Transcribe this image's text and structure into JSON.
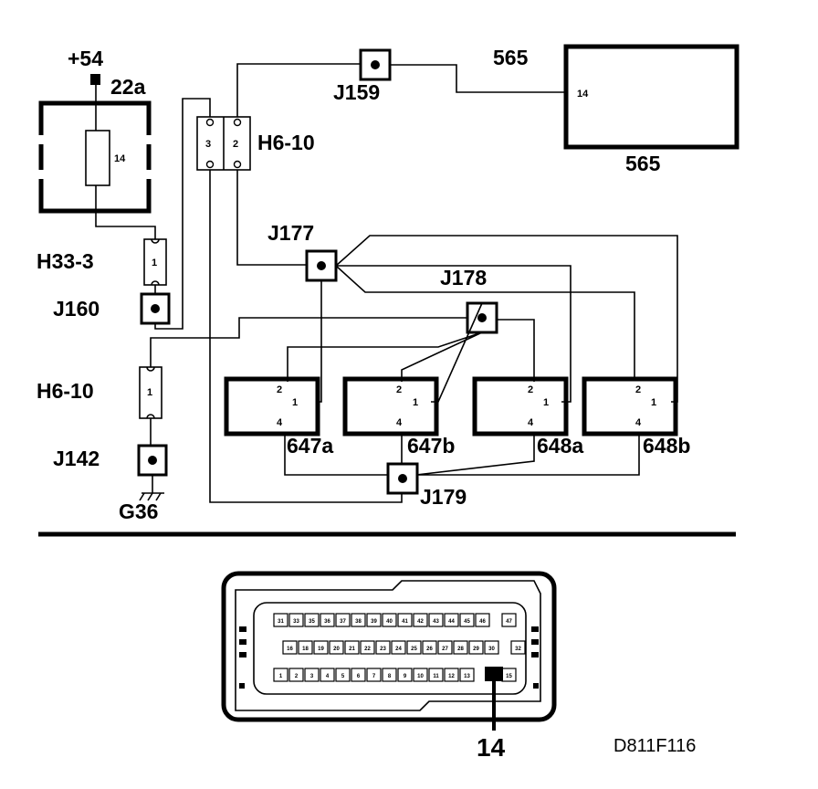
{
  "labels": {
    "supply": "+54",
    "fuse_id": "22a",
    "fuse_pin": "14",
    "h33": "H33-3",
    "h33_pin": "1",
    "j160": "J160",
    "h6_lower": "H6-10",
    "h6_lower_pin": "1",
    "j142": "J142",
    "ground": "G36",
    "h6_upper": "H6-10",
    "h6_pin3": "3",
    "h6_pin2": "2",
    "j159": "J159",
    "ecu_top": "565",
    "ecu_pin": "14",
    "ecu_bottom": "565",
    "j177": "J177",
    "j178": "J178",
    "j179": "J179",
    "inj": [
      {
        "name": "647a",
        "p2": "2",
        "p1": "1",
        "p4": "4"
      },
      {
        "name": "647b",
        "p2": "2",
        "p1": "1",
        "p4": "4"
      },
      {
        "name": "648a",
        "p2": "2",
        "p1": "1",
        "p4": "4"
      },
      {
        "name": "648b",
        "p2": "2",
        "p1": "1",
        "p4": "4"
      }
    ],
    "connector_pin": "14",
    "ref": "D811F116"
  },
  "connector": {
    "row1": [
      "31",
      "33",
      "35",
      "36",
      "37",
      "38",
      "39",
      "40",
      "41",
      "42",
      "43",
      "44",
      "45",
      "46",
      "47"
    ],
    "row2": [
      "16",
      "18",
      "19",
      "20",
      "21",
      "22",
      "23",
      "24",
      "25",
      "26",
      "27",
      "28",
      "29",
      "30",
      "32"
    ],
    "row3": [
      "1",
      "2",
      "3",
      "4",
      "5",
      "6",
      "7",
      "8",
      "9",
      "10",
      "11",
      "12",
      "13",
      "14",
      "15"
    ]
  }
}
